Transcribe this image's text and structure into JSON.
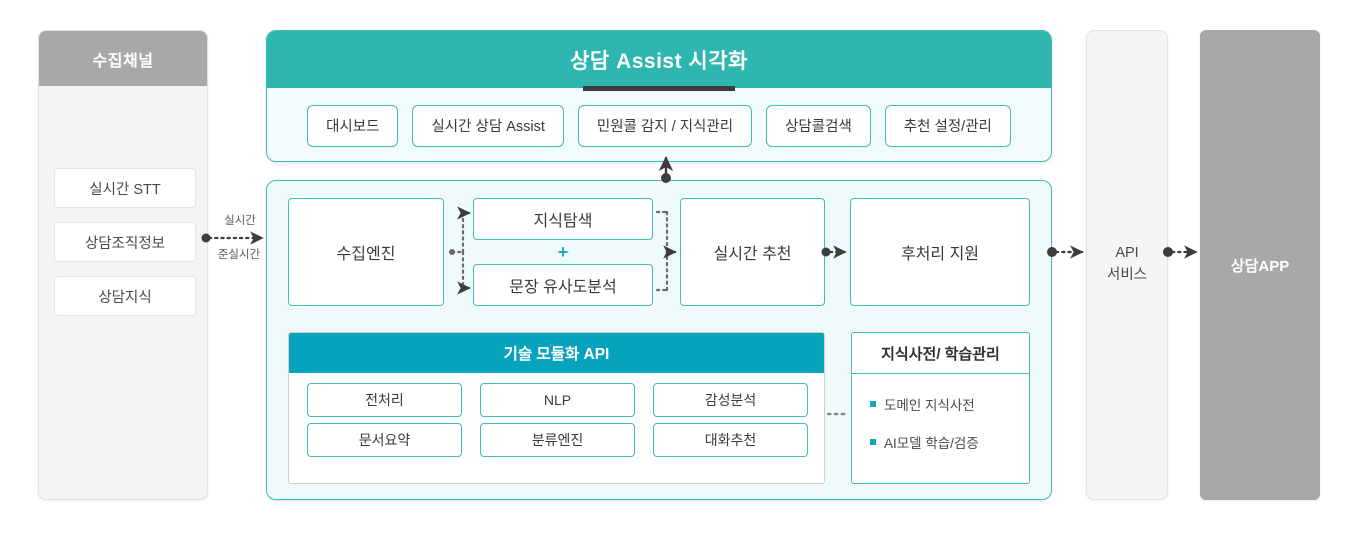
{
  "channel_panel": {
    "title": "수집채널",
    "items": [
      {
        "label": "실시간 STT"
      },
      {
        "label": "상담조직정보"
      },
      {
        "label": "상담지식"
      }
    ]
  },
  "connector_labels": {
    "realtime": "실시간",
    "near_realtime": "준실시간"
  },
  "visual_panel": {
    "title": "상담 Assist 시각화",
    "tabs": [
      {
        "label": "대시보드"
      },
      {
        "label": "실시간 상담 Assist"
      },
      {
        "label": "민원콜 감지 / 지식관리"
      },
      {
        "label": "상담콜검색"
      },
      {
        "label": "추천 설정/관리"
      }
    ]
  },
  "engine_panel": {
    "collect": "수집엔진",
    "knowledge_search": "지식탐색",
    "plus": "+",
    "similarity": "문장 유사도분석",
    "realtime_recommend": "실시간 추천",
    "post_support": "후처리 지원",
    "api_module": {
      "title": "기술 모듈화 API",
      "cells": [
        {
          "label": "전처리"
        },
        {
          "label": "NLP"
        },
        {
          "label": "감성분석"
        },
        {
          "label": "문서요약"
        },
        {
          "label": "분류엔진"
        },
        {
          "label": "대화추천"
        }
      ]
    },
    "knowledge_dict": {
      "title": "지식사전/ 학습관리",
      "items": [
        {
          "label": "도메인 지식사전"
        },
        {
          "label": "AI모델 학습/검증"
        }
      ]
    }
  },
  "api_service_panel": {
    "line1": "API",
    "line2": "서비스"
  },
  "app_panel": {
    "label": "상담APP"
  },
  "colors": {
    "teal_header": "#2eb7b0",
    "teal_border": "#3fbdb6",
    "api_header": "#07a3bd",
    "gray_header": "#a8a8a8",
    "panel_bg": "#effafb",
    "accent_plus": "#1fa8c9",
    "bullet": "#13a8b8"
  }
}
